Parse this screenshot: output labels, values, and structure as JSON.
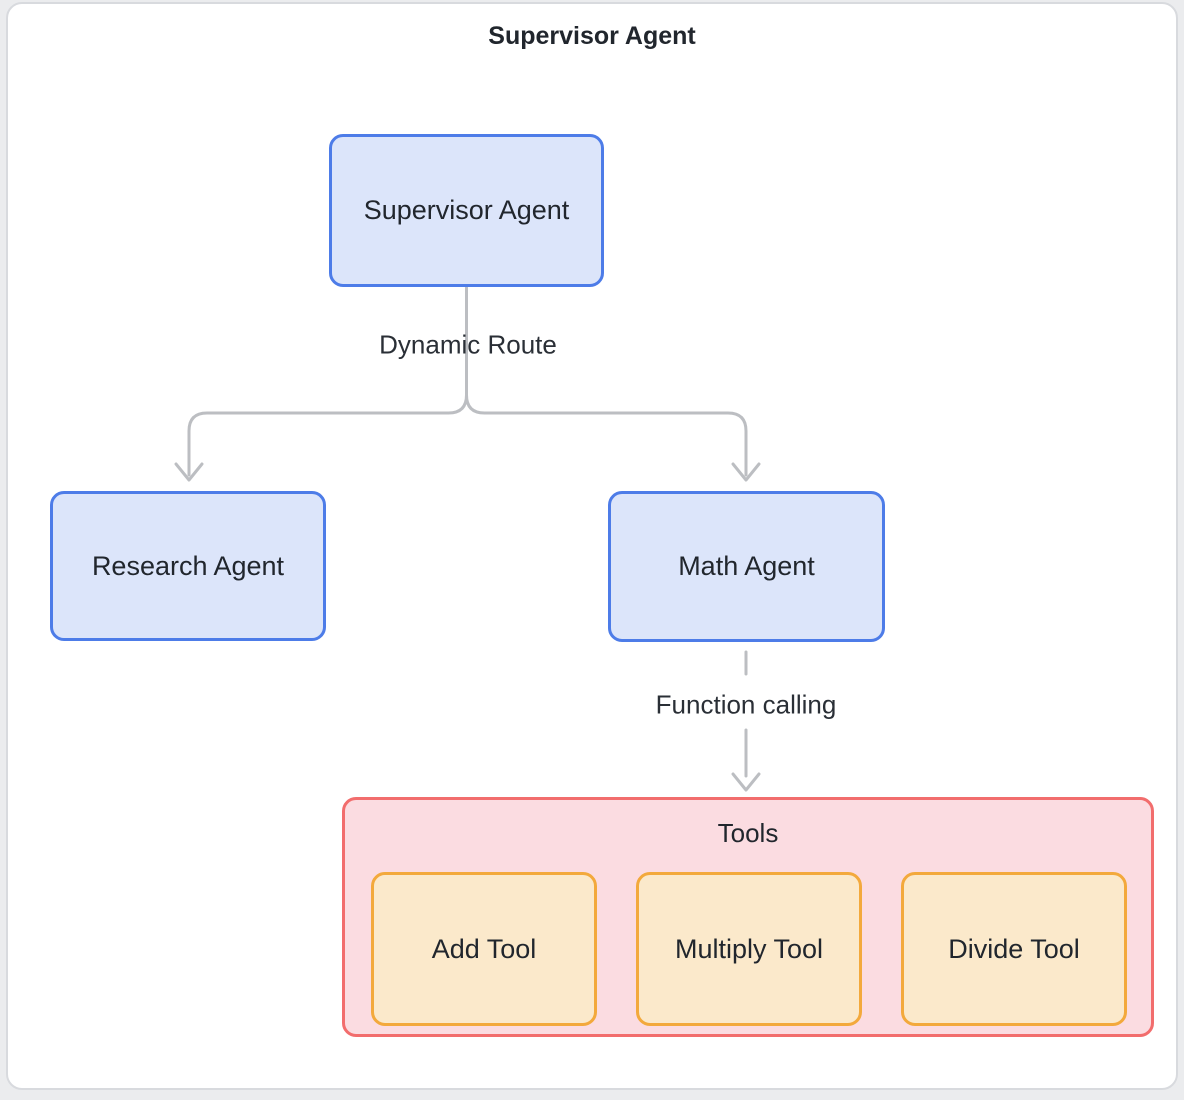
{
  "diagram": {
    "title": "Supervisor Agent",
    "nodes": {
      "supervisor": {
        "label": "Supervisor Agent"
      },
      "research": {
        "label": "Research Agent"
      },
      "math": {
        "label": "Math Agent"
      }
    },
    "edges": {
      "dynamic_route": {
        "label": "Dynamic Route",
        "from": "Supervisor Agent",
        "to": "Research Agent / Math Agent",
        "style": "solid-split"
      },
      "function_calling": {
        "label": "Function calling",
        "from": "Math Agent",
        "to": "Tools",
        "style": "dashed"
      }
    },
    "tools": {
      "label": "Tools",
      "items": [
        {
          "label": "Add Tool"
        },
        {
          "label": "Multiply Tool"
        },
        {
          "label": "Divide Tool"
        }
      ]
    },
    "colors": {
      "agent_fill": "#dce5fa",
      "agent_border": "#4d7ce8",
      "tools_group_fill": "#fbdce1",
      "tools_group_border": "#f26d6d",
      "tool_fill": "#fbe9cb",
      "tool_border": "#f3a93c",
      "arrow": "#bcbec2",
      "text": "#21262d"
    }
  }
}
